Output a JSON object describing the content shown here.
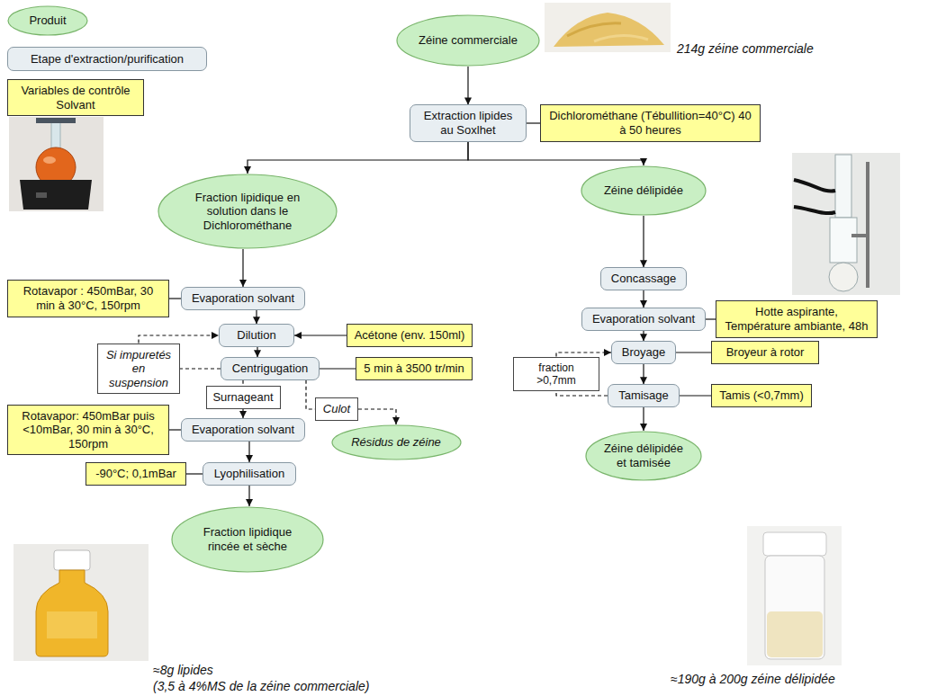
{
  "diagram": {
    "nodes": [
      {
        "text": [
          "Zéine commerciale"
        ]
      },
      {
        "text": [
          "Extraction lipides au Soxlhet"
        ]
      },
      {
        "text": [
          "Dichlorométhane (Tébullition=40°C) 40 à 50 heures"
        ]
      },
      {
        "text": [
          "Fraction lipidique en solution dans le Dichlorométhane"
        ]
      },
      {
        "text": [
          "Zéine délipidée"
        ]
      },
      {
        "text": [
          "Rotavapor : 450mBar, 30 min à 30°C, 150rpm"
        ]
      },
      {
        "text": [
          "Evaporation solvant"
        ]
      },
      {
        "text": [
          "Concassage"
        ]
      },
      {
        "text": [
          "Evaporation solvant"
        ]
      },
      {
        "text": [
          "Hotte aspirante, Température ambiante, 48h"
        ]
      },
      {
        "text": [
          "Dilution"
        ]
      },
      {
        "text": [
          "Acétone (env. 150ml)"
        ]
      },
      {
        "text": [
          "Centrigugation"
        ]
      },
      {
        "text": [
          "5 min à 3500 tr/min"
        ]
      },
      {
        "text": [
          "Si impuretés en suspension"
        ]
      },
      {
        "text": [
          "Surnageant"
        ]
      },
      {
        "text": [
          "Culot"
        ]
      },
      {
        "text": [
          "Résidus de zéine"
        ]
      },
      {
        "text": [
          "Broyage"
        ]
      },
      {
        "text": [
          "Broyeur à rotor"
        ]
      },
      {
        "text": [
          "fraction >0,7mm"
        ]
      },
      {
        "text": [
          "Tamisage"
        ]
      },
      {
        "text": [
          "Tamis (<0,7mm)"
        ]
      },
      {
        "text": [
          "Zéine délipidée et tamisée"
        ]
      },
      {
        "text": [
          "Rotavapor: 450mBar puis <10mBar, 30 min à 30°C, 150rpm"
        ]
      },
      {
        "text": [
          "Evaporation solvant"
        ]
      },
      {
        "text": [
          "-90°C; 0,1mBar"
        ]
      },
      {
        "text": [
          "Lyophilisation"
        ]
      },
      {
        "text": [
          "Fraction lipidique rincée et sèche"
        ]
      }
    ],
    "edges": [
      {
        "from": 0,
        "to": 1,
        "arrow": "to"
      },
      {
        "from": 1,
        "to": 3,
        "arrow": "to"
      },
      {
        "from": 1,
        "to": 4,
        "arrow": "to"
      },
      {
        "from": 2,
        "to": 1,
        "arrow": "none"
      },
      {
        "from": 3,
        "to": 6,
        "arrow": "to"
      },
      {
        "from": 5,
        "to": 6,
        "arrow": "none"
      },
      {
        "from": 6,
        "to": 10,
        "arrow": "to"
      },
      {
        "from": 11,
        "to": 10,
        "arrow": "to"
      },
      {
        "from": 10,
        "to": 12,
        "arrow": "to"
      },
      {
        "from": 12,
        "to": 13,
        "arrow": "none"
      },
      {
        "from": 12,
        "to": 14,
        "arrow": "none"
      },
      {
        "from": 14,
        "to": 10,
        "arrow": "to"
      },
      {
        "from": 12,
        "to": 15,
        "arrow": "none"
      },
      {
        "from": 15,
        "to": 25,
        "arrow": "to"
      },
      {
        "from": 12,
        "to": 16,
        "arrow": "none"
      },
      {
        "from": 16,
        "to": 17,
        "arrow": "to"
      },
      {
        "from": 25,
        "to": 27,
        "arrow": "to"
      },
      {
        "from": 24,
        "to": 25,
        "arrow": "none"
      },
      {
        "from": 26,
        "to": 27,
        "arrow": "none"
      },
      {
        "from": 27,
        "to": 28,
        "arrow": "to"
      },
      {
        "from": 4,
        "to": 7,
        "arrow": "to"
      },
      {
        "from": 7,
        "to": 8,
        "arrow": "to"
      },
      {
        "from": 9,
        "to": 8,
        "arrow": "none"
      },
      {
        "from": 8,
        "to": 18,
        "arrow": "to"
      },
      {
        "from": 19,
        "to": 18,
        "arrow": "none"
      },
      {
        "from": 18,
        "to": 21,
        "arrow": "to"
      },
      {
        "from": 22,
        "to": 21,
        "arrow": "none"
      },
      {
        "from": 21,
        "to": 23,
        "arrow": "to"
      },
      {
        "from": 21,
        "to": 20,
        "arrow": "none"
      },
      {
        "from": 20,
        "to": 18,
        "arrow": "to"
      }
    ],
    "labels": [
      "214g zéine commerciale",
      "≈8g lipides",
      "(3,5 à 4%MS de la zéine commerciale)",
      "≈190g à 200g zéine délipidée"
    ],
    "legend": [
      {
        "text": "Produit",
        "color": "#c9efc4"
      },
      {
        "text": "Etape d'extraction/purification",
        "color": "#e8eef2"
      },
      {
        "text": "Variables de contrôle Solvant",
        "color": "#ffff99"
      }
    ]
  }
}
